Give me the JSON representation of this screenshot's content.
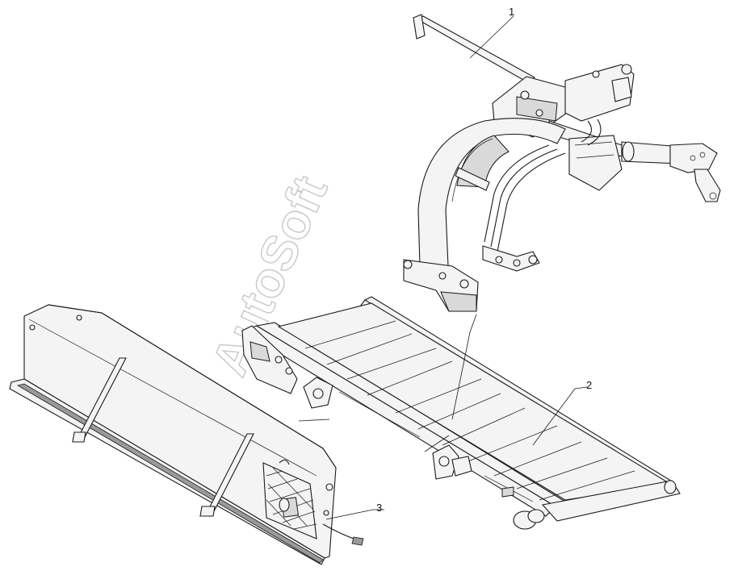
{
  "callouts": [
    {
      "id": "1",
      "label": "1"
    },
    {
      "id": "2",
      "label": "2"
    },
    {
      "id": "3",
      "label": "3"
    }
  ],
  "watermark": "AutoSoft",
  "colors": {
    "line": "#1a1a1a",
    "paper": "#ffffff",
    "shade": "#d9d9d9",
    "watermark": "#c8c8c8"
  }
}
